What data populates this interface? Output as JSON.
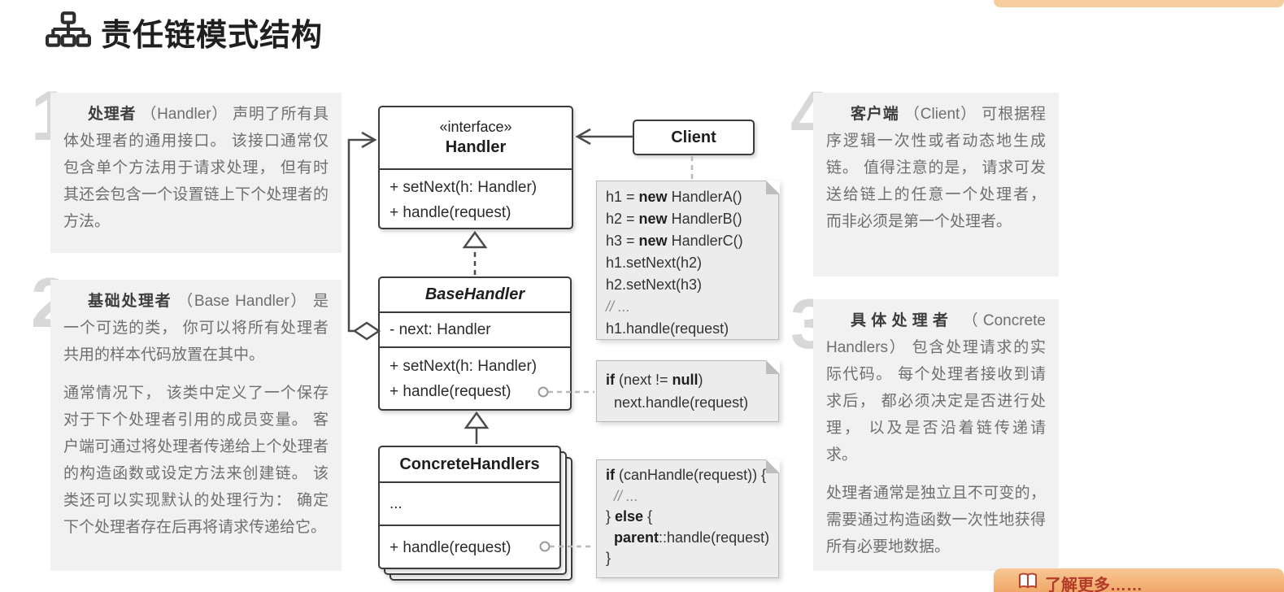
{
  "title": {
    "text": "责任链模式结构"
  },
  "blocks": {
    "b1": {
      "num": "1",
      "paras": [
        [
          {
            "t": "处理者",
            "b": 1
          },
          {
            "t": " （Handler） 声明了所有具体处理者的通用接口。 该接口通常仅包含单个方法用于请求处理， 但有时其还会包含一个设置链上下个处理者的方法。"
          }
        ]
      ]
    },
    "b2": {
      "num": "2",
      "paras": [
        [
          {
            "t": "基础处理者",
            "b": 1
          },
          {
            "t": " （Base Handler） 是一个可选的类， 你可以将所有处理者共用的样本代码放置在其中。"
          }
        ],
        [
          {
            "t": "通常情况下， 该类中定义了一个保存对于下个处理者引用的成员变量。 客户端可通过将处理者传递给上个处理者的构造函数或设定方法来创建链。 该类还可以实现默认的处理行为： 确定下个处理者存在后再将请求传递给它。"
          }
        ]
      ]
    },
    "b4": {
      "num": "4",
      "paras": [
        [
          {
            "t": "客户端",
            "b": 1
          },
          {
            "t": " （Client） 可根据程序逻辑一次性或者动态地生成链。 值得注意的是， 请求可发送给链上的任意一个处理者， 而非必须是第一个处理者。"
          }
        ]
      ]
    },
    "b3": {
      "num": "3",
      "paras": [
        [
          {
            "t": "具体处理者",
            "b": 1
          },
          {
            "t": " （Concrete Handlers） 包含处理请求的实际代码。 每个处理者接收到请求后， 都必须决定是否进行处理， 以及是否沿着链传递请求。"
          }
        ],
        [
          {
            "t": "处理者通常是独立且不可变的， 需要通过构造函数一次性地获得所有必要地数据。"
          }
        ]
      ]
    }
  },
  "uml": {
    "handler": {
      "stereotype": "«interface»",
      "name": "Handler",
      "m1": "+ setNext(h: Handler)",
      "m2": "+ handle(request)"
    },
    "client": {
      "name": "Client"
    },
    "base_handler": {
      "name": "BaseHandler",
      "f1": "- next: Handler",
      "m1": "+ setNext(h: Handler)",
      "m2": "+ handle(request)"
    },
    "concrete_handlers": {
      "name": "ConcreteHandlers",
      "f1": "...",
      "m1": "+ handle(request)"
    }
  },
  "notes": {
    "client_code": {
      "lines": [
        [
          {
            "t": "h1 = "
          },
          {
            "t": "new",
            "b": 1
          },
          {
            "t": " HandlerA()"
          }
        ],
        [
          {
            "t": "h2 = "
          },
          {
            "t": "new",
            "b": 1
          },
          {
            "t": " HandlerB()"
          }
        ],
        [
          {
            "t": "h3 = "
          },
          {
            "t": "new",
            "b": 1
          },
          {
            "t": " HandlerC()"
          }
        ],
        [
          {
            "t": "h1.setNext(h2)"
          }
        ],
        [
          {
            "t": "h2.setNext(h3)"
          }
        ],
        [
          {
            "t": "// ...",
            "i": 1
          }
        ],
        [
          {
            "t": "h1.handle(request)"
          }
        ]
      ]
    },
    "base_code": {
      "lines": [
        [
          {
            "t": "if",
            "b": 1
          },
          {
            "t": " (next != "
          },
          {
            "t": "null",
            "b": 1
          },
          {
            "t": ")"
          }
        ],
        [
          {
            "t": "  next.handle(request)"
          }
        ]
      ]
    },
    "concrete_code": {
      "lines": [
        [
          {
            "t": "if",
            "b": 1
          },
          {
            "t": " (canHandle(request)) {"
          }
        ],
        [
          {
            "t": "  "
          },
          {
            "t": "// ...",
            "i": 1
          }
        ],
        [
          {
            "t": "} "
          },
          {
            "t": "else",
            "b": 1
          },
          {
            "t": " {"
          }
        ],
        [
          {
            "t": "  "
          },
          {
            "t": "parent",
            "b": 1
          },
          {
            "t": "::handle(request)"
          }
        ],
        [
          {
            "t": "}"
          }
        ]
      ]
    }
  },
  "banner": {
    "label": "了解更多……"
  },
  "colors": {
    "block_bg": "#f1f1f1",
    "number_gray": "#d8d8d8",
    "note_bg": "#ececec",
    "box_border": "#3c3c3c",
    "banner_bg": "#f0a868",
    "banner_text": "#b43b28"
  }
}
